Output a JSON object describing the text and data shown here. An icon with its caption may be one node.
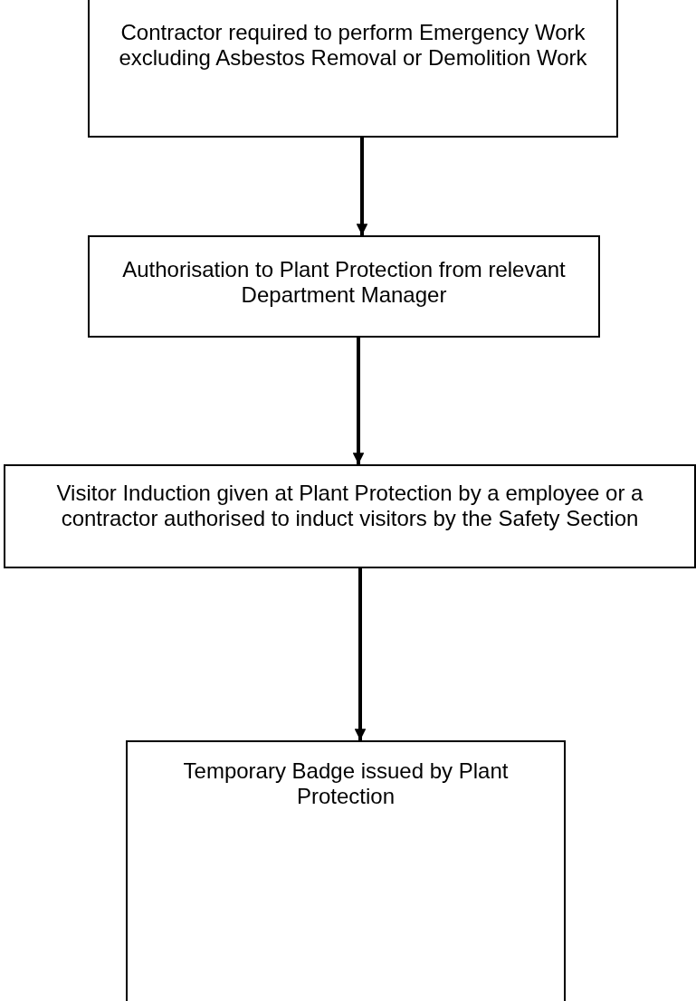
{
  "diagram": {
    "nodes": [
      {
        "text": [
          "Contractor required to perform Emergency Work excluding Asbestos Removal or Demolition Work"
        ]
      },
      {
        "text": [
          "Authorisation to Plant Protection from relevant Department Manager"
        ]
      },
      {
        "text": [
          "Visitor Induction given at Plant Protection by a employee or a contractor authorised to induct visitors by the Safety Section"
        ]
      },
      {
        "text": [
          "Temporary Badge issued by Plant Protection"
        ]
      }
    ],
    "edges": [
      {
        "from": 0,
        "to": 1,
        "arrow": "to"
      },
      {
        "from": 1,
        "to": 2,
        "arrow": "to"
      },
      {
        "from": 2,
        "to": 3,
        "arrow": "to"
      }
    ]
  }
}
